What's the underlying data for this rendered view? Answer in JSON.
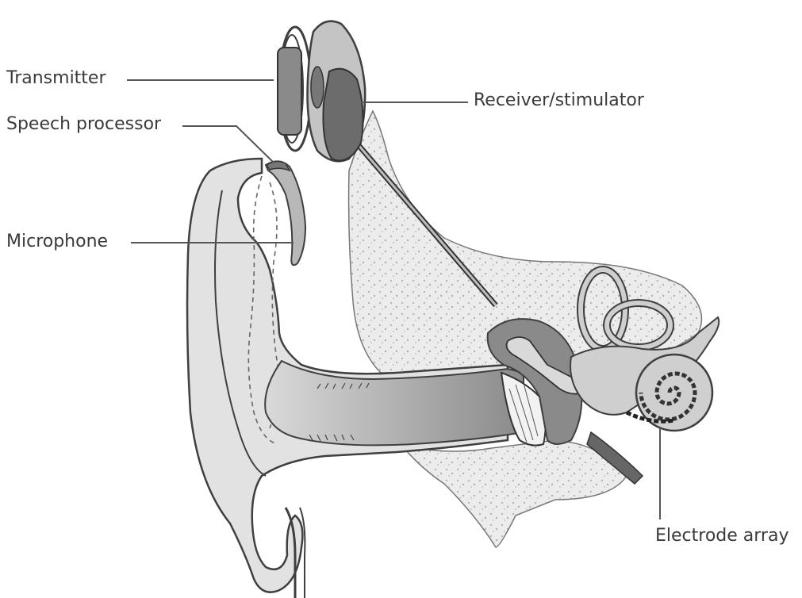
{
  "labels": {
    "transmitter": "Transmitter",
    "speech_processor": "Speech processor",
    "microphone": "Microphone",
    "receiver_stimulator": "Receiver/stimulator",
    "electrode_array": "Electrode array"
  },
  "colors": {
    "outline": "#3f3f3f",
    "light_fill": "#e4e4e4",
    "mid_fill": "#b4b4b4",
    "dark_fill": "#6c6c6c",
    "bone_fill": "#eeeeee"
  }
}
